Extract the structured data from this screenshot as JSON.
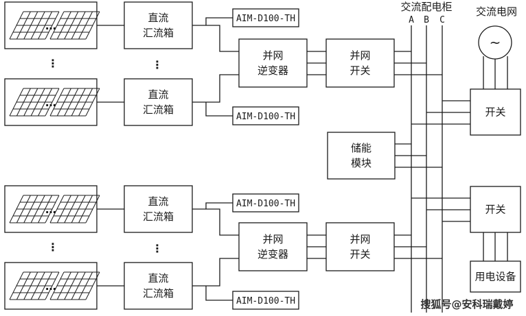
{
  "pv_array": {
    "icon": "solar-panel-icon",
    "ellipsis": "…",
    "vertical_ellipsis": "⋮"
  },
  "dc_combiner": {
    "line1": "直流",
    "line2": "汇流箱"
  },
  "monitor": {
    "label": "AIM-D100-TH"
  },
  "inverter": {
    "line1": "并网",
    "line2": "逆变器"
  },
  "grid_switch": {
    "line1": "并网",
    "line2": "开关"
  },
  "ac_cabinet": {
    "title": "交流配电柜",
    "phases": [
      "A",
      "B",
      "C"
    ]
  },
  "ac_grid": {
    "title": "交流电网",
    "symbol": "~"
  },
  "storage": {
    "line1": "储能",
    "line2": "模块"
  },
  "switch": {
    "label": "开关"
  },
  "load": {
    "label": "用电设备"
  },
  "watermark": {
    "text": "搜狐号@安科瑞戴婷"
  }
}
